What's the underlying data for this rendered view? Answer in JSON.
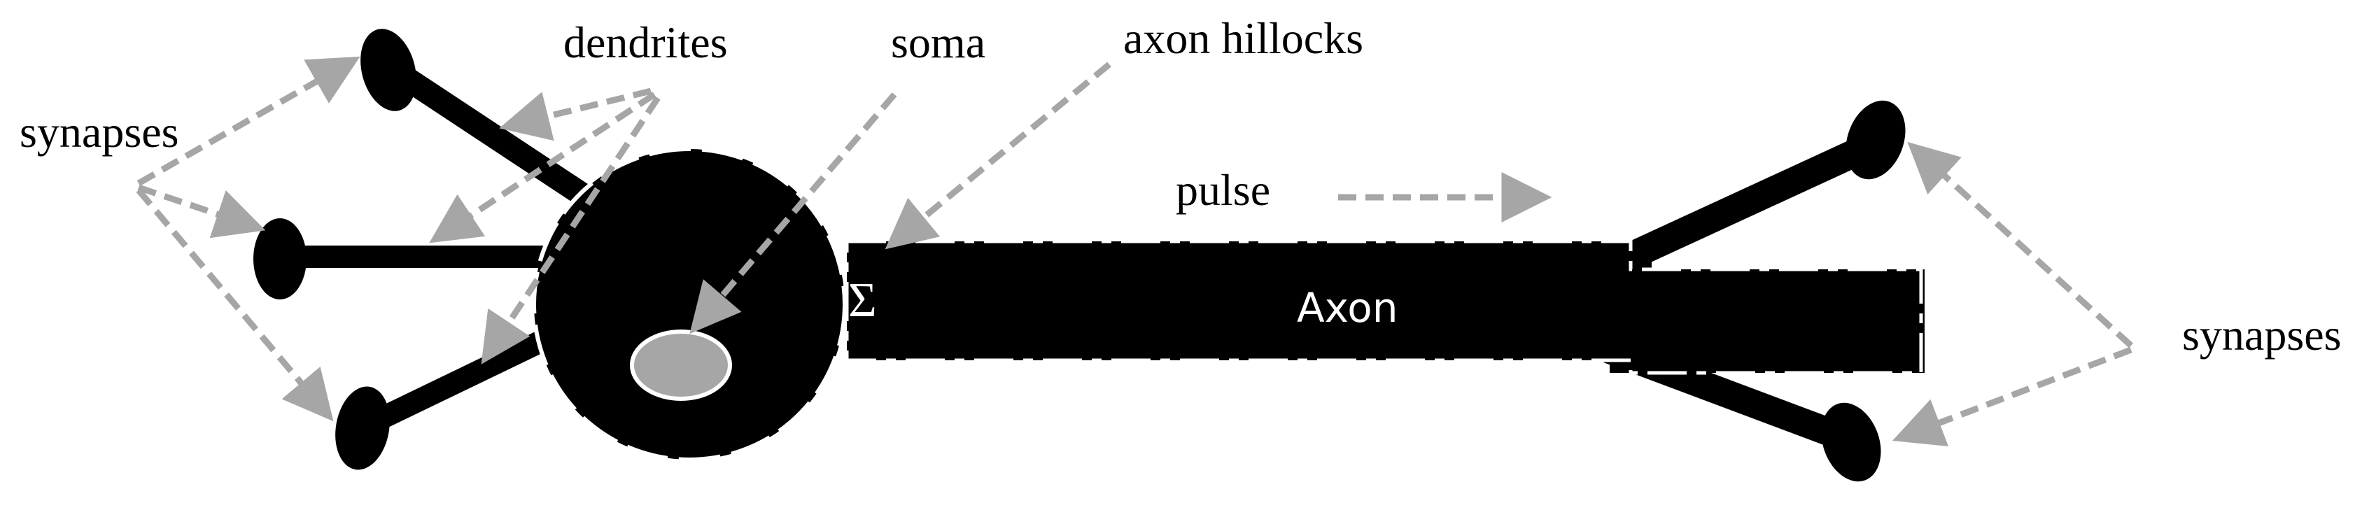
{
  "labels": {
    "synapses_left": "synapses",
    "dendrites": "dendrites",
    "soma": "soma",
    "axon_hillocks": "axon hillocks",
    "pulse": "pulse",
    "synapses_right": "synapses",
    "axon": "Axon",
    "sigma": "Σ"
  },
  "colors": {
    "neuron": "#000000",
    "arrow": "#a6a6a6",
    "nucleus_fill": "#a6a6a6",
    "nucleus_stroke": "#ffffff",
    "label_text": "#000000",
    "axon_text": "#ffffff"
  }
}
